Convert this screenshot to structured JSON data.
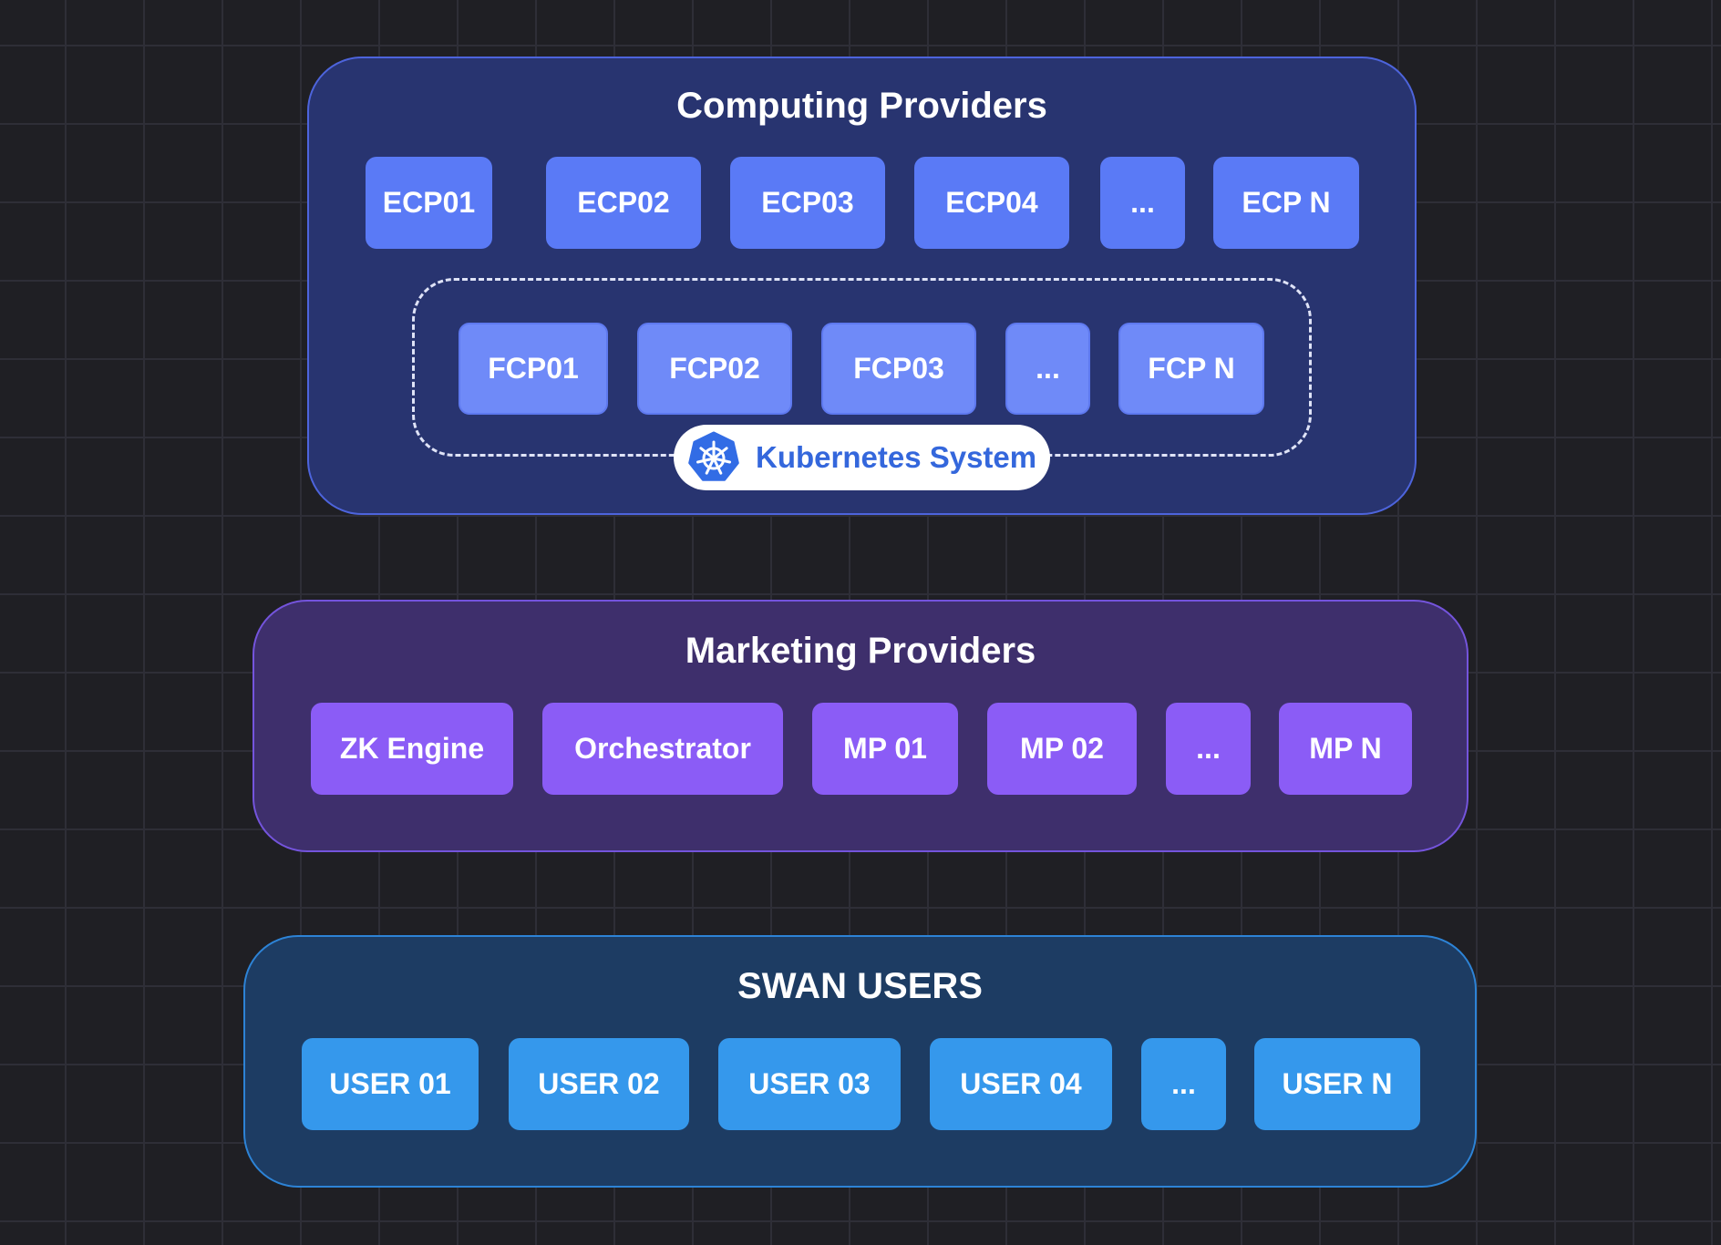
{
  "computing_providers": {
    "title": "Computing Providers",
    "ecp_nodes": [
      "ECP01",
      "ECP02",
      "ECP03",
      "ECP04",
      "...",
      "ECP N"
    ],
    "fcp_nodes": [
      "FCP01",
      "FCP02",
      "FCP03",
      "...",
      "FCP N"
    ],
    "kubernetes": {
      "label": "Kubernetes System",
      "icon": "kubernetes-helm-icon"
    }
  },
  "marketing_providers": {
    "title": "Marketing Providers",
    "nodes": [
      "ZK Engine",
      "Orchestrator",
      "MP 01",
      "MP 02",
      "...",
      "MP N"
    ]
  },
  "swan_users": {
    "title": "SWAN USERS",
    "nodes": [
      "USER 01",
      "USER 02",
      "USER 03",
      "USER 04",
      "...",
      "USER N"
    ]
  },
  "colors": {
    "background": "#1f1f24",
    "computing_group": "#283470",
    "computing_border": "#4d64dc",
    "ecp_chip": "#5a7af6",
    "fcp_chip": "#6f8af8",
    "kubernetes_blue": "#326ce5",
    "marketing_group": "#3e2f6c",
    "marketing_border": "#7454dc",
    "marketing_chip": "#8b5cf6",
    "users_group": "#1d3c63",
    "users_border": "#2d83d6",
    "users_chip": "#3598ec"
  }
}
